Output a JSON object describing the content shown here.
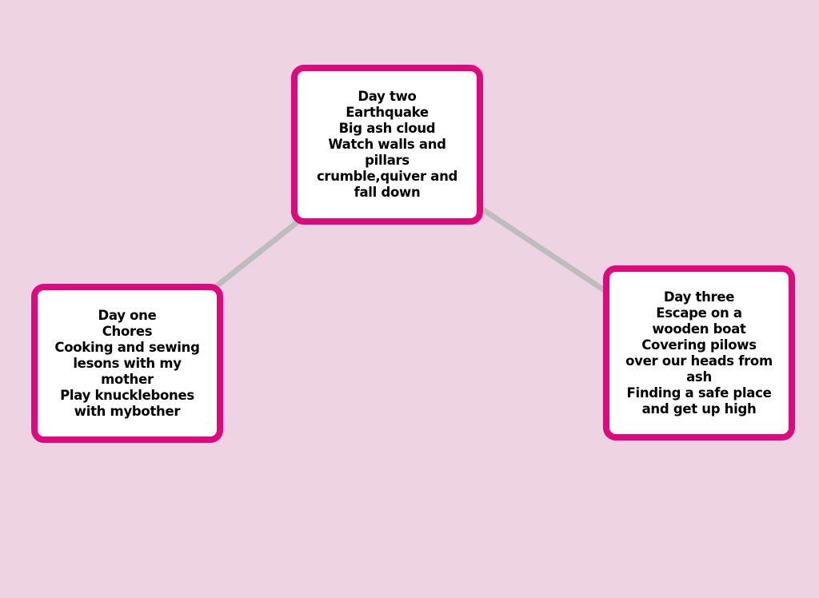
{
  "colors": {
    "background": "#eed4e2",
    "node_border": "#e0087e",
    "connector": "#bdbdbd"
  },
  "nodes": {
    "day_two": {
      "lines": [
        "Day two",
        "Earthquake",
        "Big ash cloud",
        "Watch walls and",
        "pillars",
        "crumble,quiver and",
        "fall down"
      ]
    },
    "day_one": {
      "lines": [
        "Day one",
        "Chores",
        "Cooking and sewing",
        "lesons with my",
        "mother",
        "Play knucklebones",
        "with mybother"
      ]
    },
    "day_three": {
      "lines": [
        "Day three",
        "Escape on a",
        "wooden boat",
        "Covering pilows",
        "over our heads from",
        "ash",
        "Finding a safe place",
        "and get up high"
      ]
    }
  }
}
